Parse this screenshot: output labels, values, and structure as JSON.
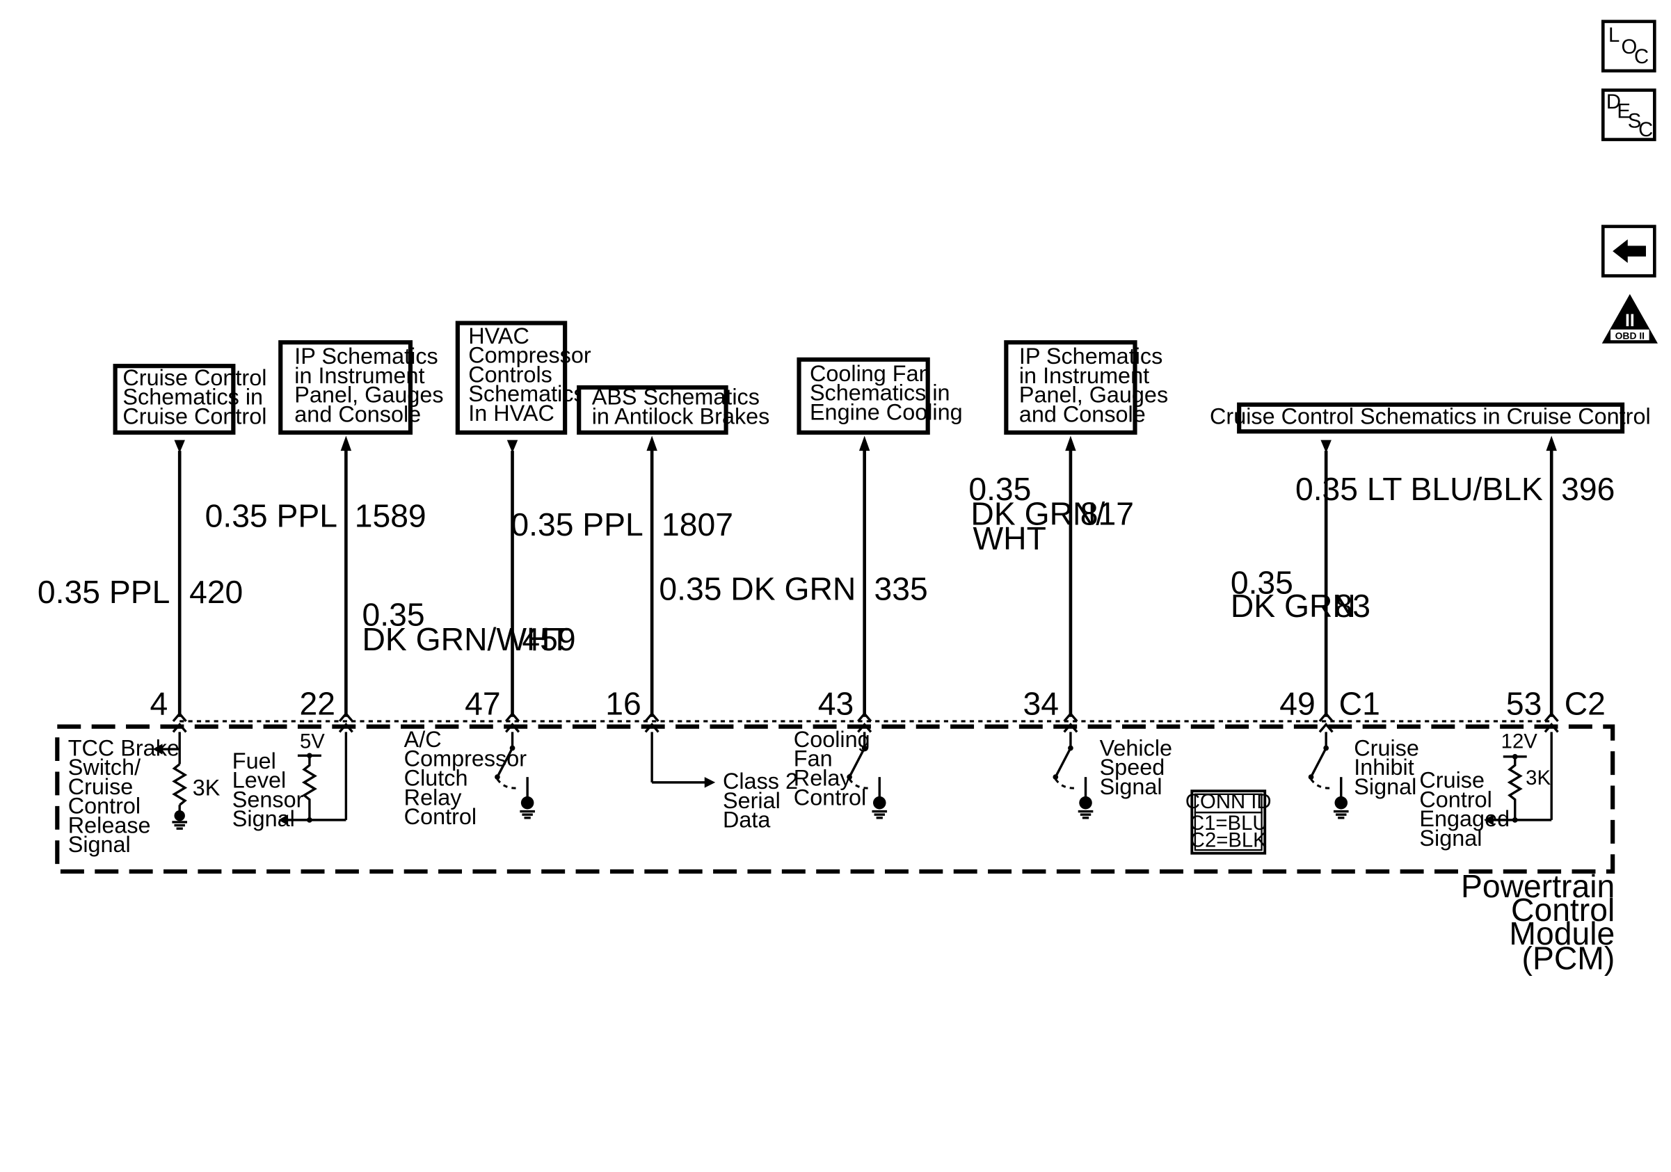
{
  "nav_buttons": {
    "loc": {
      "l": "L",
      "o": "O",
      "c": "C"
    },
    "desc": {
      "d": "D",
      "e": "E",
      "s": "S",
      "c": "C"
    },
    "obd": {
      "roman": "II",
      "label": "OBD II"
    }
  },
  "destination_boxes": {
    "b420": [
      "Cruise Control",
      "Schematics in",
      "Cruise Control"
    ],
    "b1589": [
      "IP Schematics",
      "in Instrument",
      "Panel, Gauges",
      "and Console"
    ],
    "b459": [
      "HVAC",
      "Compressor",
      "Controls",
      "Schematics",
      "In HVAC"
    ],
    "b1807": [
      "ABS Schematics",
      "in Antilock Brakes"
    ],
    "b335": [
      "Cooling Fan",
      "Schematics in",
      "Engine Cooling"
    ],
    "b817": [
      "IP Schematics",
      "in Instrument",
      "Panel, Gauges",
      "and Console"
    ],
    "bcruise": [
      "Cruise Control Schematics in Cruise Control"
    ]
  },
  "wires": {
    "w420": {
      "size": "0.35",
      "color": "PPL",
      "circuit": "420",
      "pin": "4"
    },
    "w1589": {
      "size": "0.35",
      "color": "PPL",
      "circuit": "1589",
      "pin": "22"
    },
    "w459": {
      "size": "0.35",
      "color": "DK GRN/WHT",
      "circuit": "459",
      "pin": "47"
    },
    "w1807": {
      "size": "0.35",
      "color": "PPL",
      "circuit": "1807",
      "pin": "16"
    },
    "w335": {
      "size": "0.35",
      "color": "DK GRN",
      "circuit": "335",
      "pin": "43"
    },
    "w817": {
      "size": "0.35",
      "color_line1": "DK GRN/",
      "color_line2": "WHT",
      "circuit": "817",
      "pin": "34"
    },
    "w83": {
      "size": "0.35",
      "color": "DK GRN",
      "circuit": "83",
      "pin": "49",
      "connector": "C1"
    },
    "w396": {
      "size": "0.35",
      "color": "LT BLU/BLK",
      "circuit": "396",
      "pin": "53",
      "connector": "C2"
    }
  },
  "internal_labels": {
    "tcc": [
      "TCC Brake",
      "Switch/",
      "Cruise",
      "Control",
      "Release",
      "Signal"
    ],
    "fuel": [
      "Fuel",
      "Level",
      "Sensor",
      "Signal"
    ],
    "ac": [
      "A/C",
      "Compressor",
      "Clutch",
      "Relay",
      "Control"
    ],
    "class2": [
      "Class 2",
      "Serial",
      "Data"
    ],
    "fan": [
      "Cooling",
      "Fan",
      "Relay",
      "Control"
    ],
    "vss": [
      "Vehicle",
      "Speed",
      "Signal"
    ],
    "inhibit": [
      "Cruise",
      "Inhibit",
      "Signal"
    ],
    "engaged": [
      "Cruise",
      "Control",
      "Engaged",
      "Signal"
    ]
  },
  "component_values": {
    "r1": "3K",
    "v1": "5V",
    "v2": "12V",
    "r2": "3K"
  },
  "conn_id": {
    "title": "CONN ID",
    "c1": "C1=BLU",
    "c2": "C2=BLK"
  },
  "pcm_label": [
    "Powertrain",
    "Control",
    "Module",
    "(PCM)"
  ]
}
